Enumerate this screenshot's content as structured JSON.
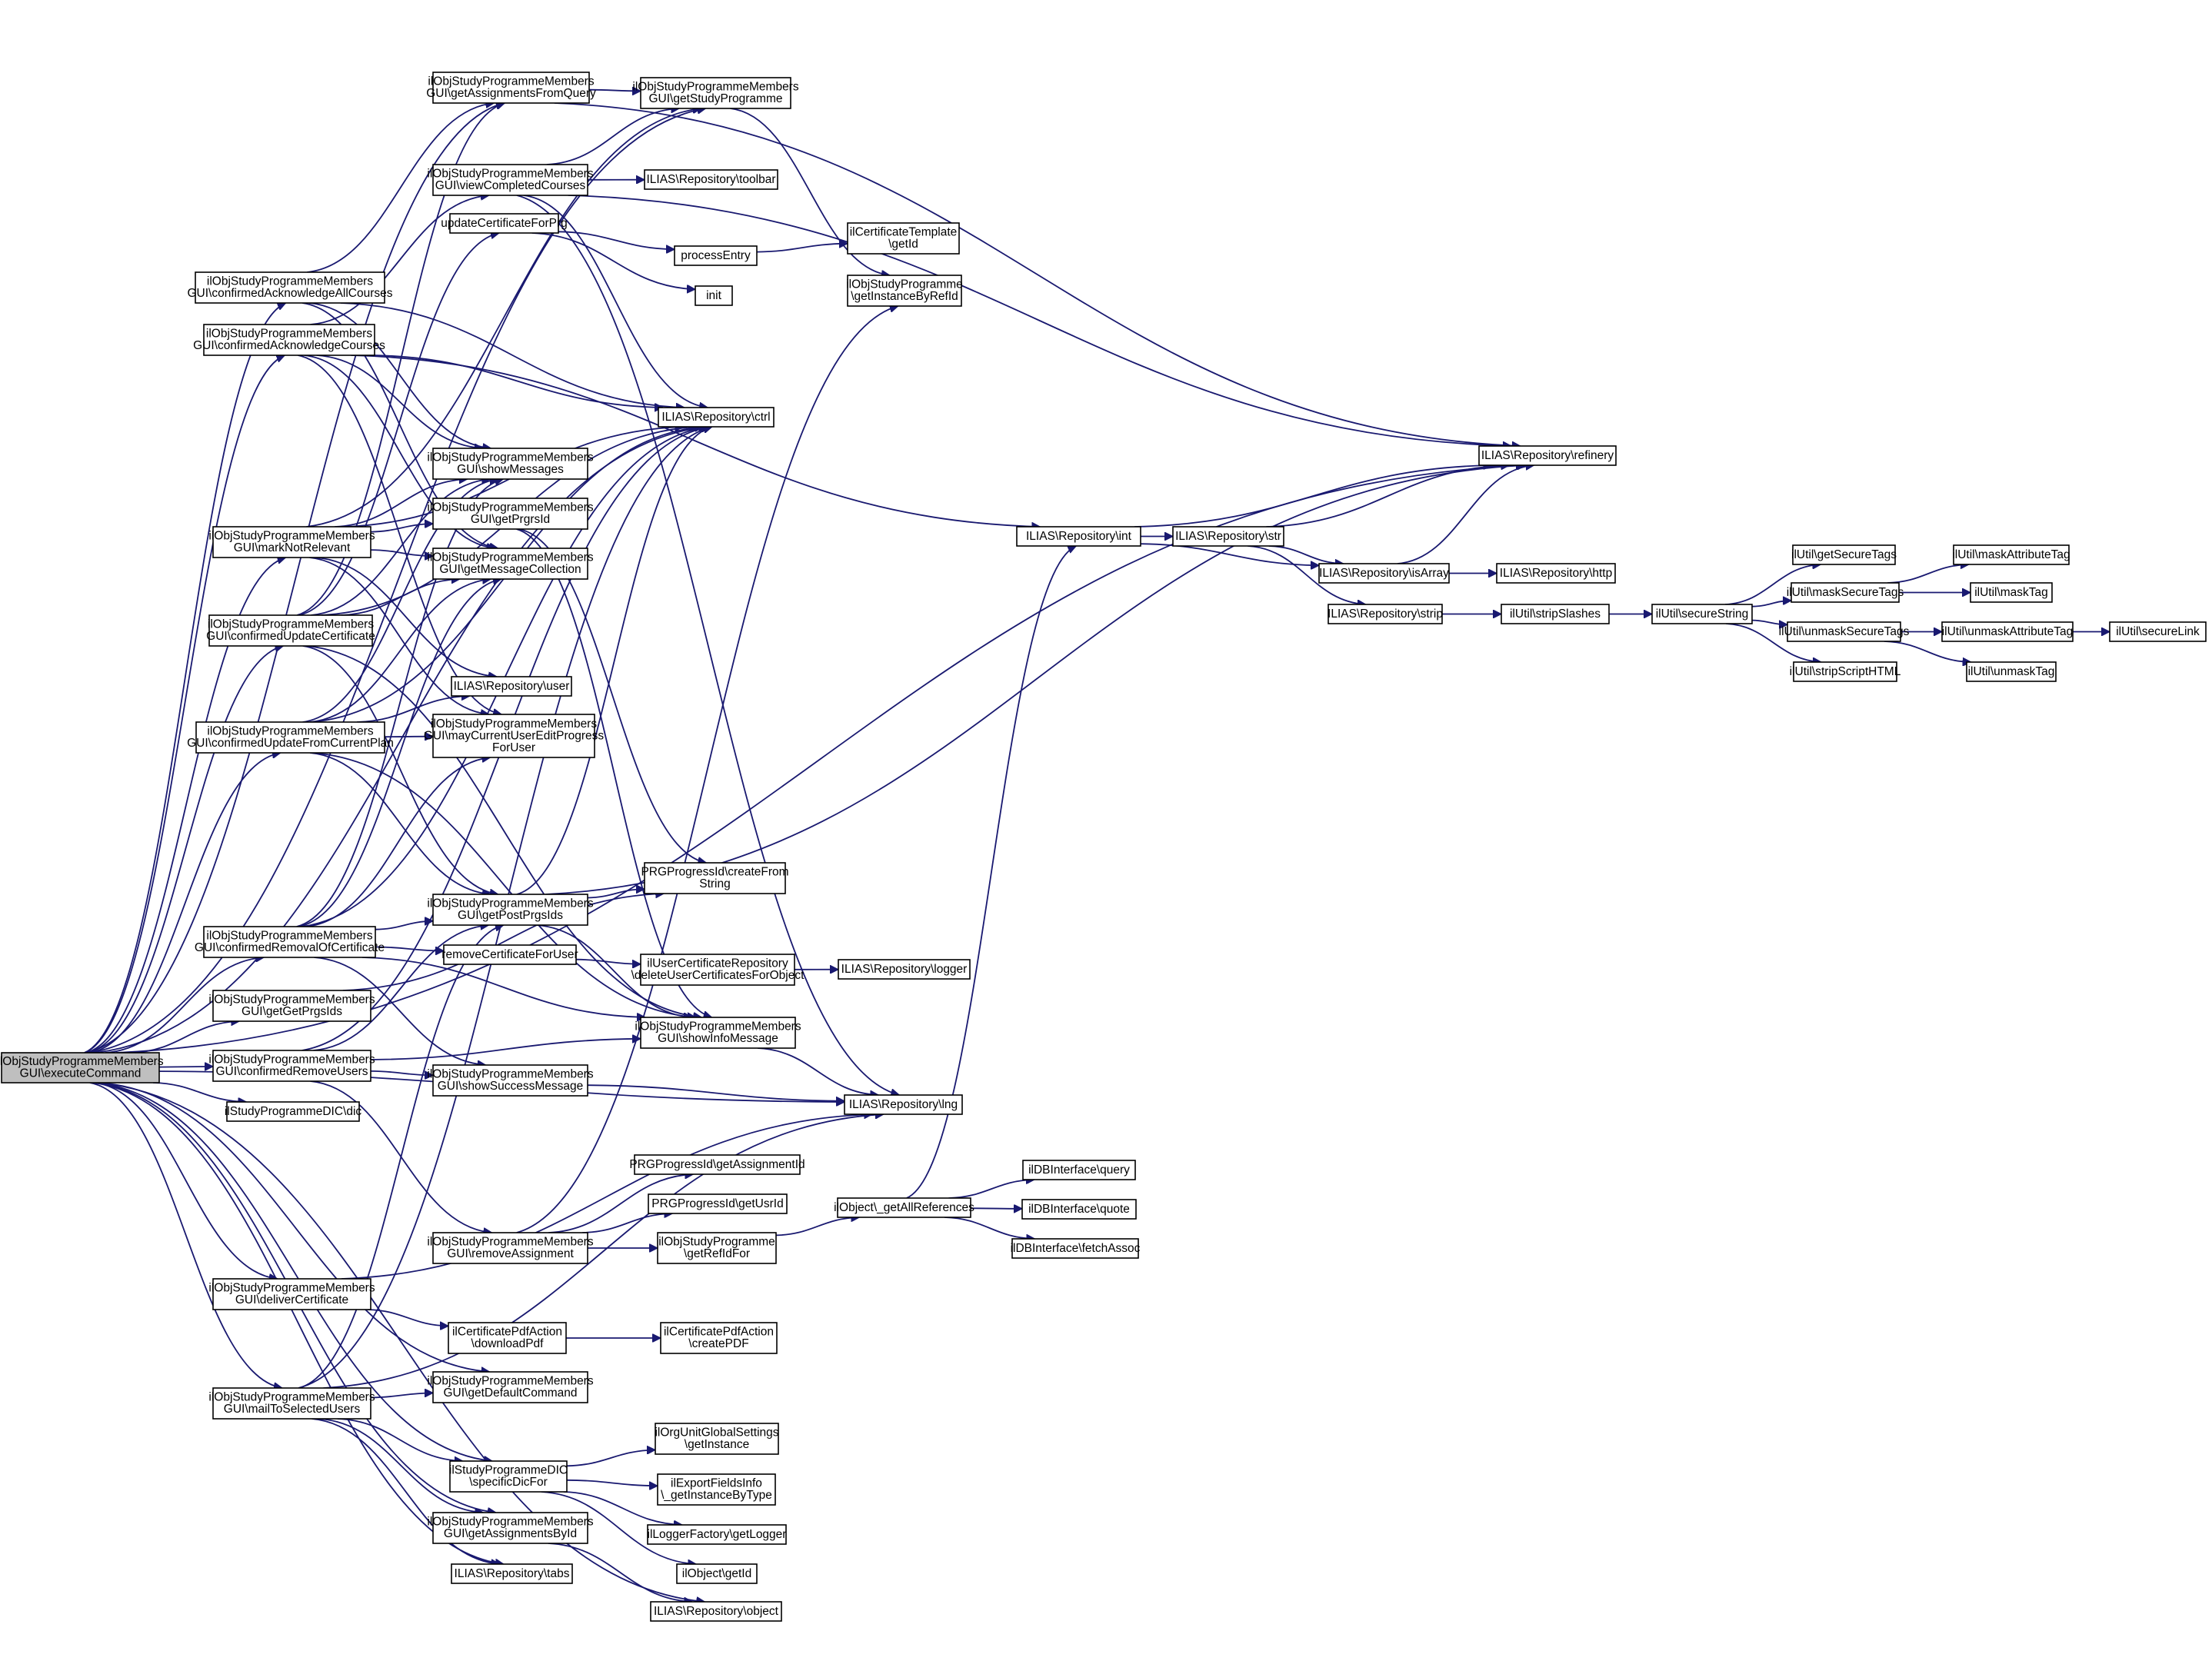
{
  "colors": {
    "edge": "#191970",
    "node_border": "#000000",
    "root_fill": "#bfbfbf",
    "node_fill": "#ffffff"
  },
  "nodes": [
    {
      "id": "root",
      "lines": [
        "ilObjStudyProgrammeMembers",
        "GUI\\executeCommand"
      ]
    },
    {
      "id": "getAssignmentsFromQuery",
      "lines": [
        "ilObjStudyProgrammeMembers",
        "GUI\\getAssignmentsFromQuery"
      ]
    },
    {
      "id": "getStudyProgramme",
      "lines": [
        "ilObjStudyProgrammeMembers",
        "GUI\\getStudyProgramme"
      ]
    },
    {
      "id": "viewCompletedCourses",
      "lines": [
        "ilObjStudyProgrammeMembers",
        "GUI\\viewCompletedCourses"
      ]
    },
    {
      "id": "toolbar",
      "lines": [
        "ILIAS\\Repository\\toolbar"
      ]
    },
    {
      "id": "updateCertificateForPrg",
      "lines": [
        "updateCertificateForPrg"
      ]
    },
    {
      "id": "processEntry",
      "lines": [
        "processEntry"
      ]
    },
    {
      "id": "init",
      "lines": [
        "init"
      ]
    },
    {
      "id": "certTemplateGetId",
      "lines": [
        "ilCertificateTemplate",
        "\\getId"
      ]
    },
    {
      "id": "getInstanceByRefId",
      "lines": [
        "ilObjStudyProgramme",
        "\\getInstanceByRefId"
      ]
    },
    {
      "id": "confirmedAcknowledgeAllCourses",
      "lines": [
        "ilObjStudyProgrammeMembers",
        "GUI\\confirmedAcknowledgeAllCourses"
      ]
    },
    {
      "id": "confirmedAcknowledgeCourses",
      "lines": [
        "ilObjStudyProgrammeMembers",
        "GUI\\confirmedAcknowledgeCourses"
      ]
    },
    {
      "id": "ctrl",
      "lines": [
        "ILIAS\\Repository\\ctrl"
      ]
    },
    {
      "id": "refinery",
      "lines": [
        "ILIAS\\Repository\\refinery"
      ]
    },
    {
      "id": "showMessages",
      "lines": [
        "ilObjStudyProgrammeMembers",
        "GUI\\showMessages"
      ]
    },
    {
      "id": "getPrgrsId",
      "lines": [
        "ilObjStudyProgrammeMembers",
        "GUI\\getPrgrsId"
      ]
    },
    {
      "id": "markNotRelevant",
      "lines": [
        "ilObjStudyProgrammeMembers",
        "GUI\\markNotRelevant"
      ]
    },
    {
      "id": "getMessageCollection",
      "lines": [
        "ilObjStudyProgrammeMembers",
        "GUI\\getMessageCollection"
      ]
    },
    {
      "id": "int",
      "lines": [
        "ILIAS\\Repository\\int"
      ]
    },
    {
      "id": "str",
      "lines": [
        "ILIAS\\Repository\\str"
      ]
    },
    {
      "id": "isArray",
      "lines": [
        "ILIAS\\Repository\\isArray"
      ]
    },
    {
      "id": "http",
      "lines": [
        "ILIAS\\Repository\\http"
      ]
    },
    {
      "id": "strip",
      "lines": [
        "ILIAS\\Repository\\strip"
      ]
    },
    {
      "id": "stripSlashes",
      "lines": [
        "ilUtil\\stripSlashes"
      ]
    },
    {
      "id": "secureString",
      "lines": [
        "ilUtil\\secureString"
      ]
    },
    {
      "id": "getSecureTags",
      "lines": [
        "ilUtil\\getSecureTags"
      ]
    },
    {
      "id": "maskSecureTags",
      "lines": [
        "ilUtil\\maskSecureTags"
      ]
    },
    {
      "id": "unmaskSecureTags",
      "lines": [
        "ilUtil\\unmaskSecureTags"
      ]
    },
    {
      "id": "stripScriptHTML",
      "lines": [
        "ilUtil\\stripScriptHTML"
      ]
    },
    {
      "id": "maskAttributeTag",
      "lines": [
        "ilUtil\\maskAttributeTag"
      ]
    },
    {
      "id": "maskTag",
      "lines": [
        "ilUtil\\maskTag"
      ]
    },
    {
      "id": "unmaskAttributeTag",
      "lines": [
        "ilUtil\\unmaskAttributeTag"
      ]
    },
    {
      "id": "unmaskTag",
      "lines": [
        "ilUtil\\unmaskTag"
      ]
    },
    {
      "id": "secureLink",
      "lines": [
        "ilUtil\\secureLink"
      ]
    },
    {
      "id": "confirmedUpdateCertificate",
      "lines": [
        "ilObjStudyProgrammeMembers",
        "GUI\\confirmedUpdateCertificate"
      ]
    },
    {
      "id": "user",
      "lines": [
        "ILIAS\\Repository\\user"
      ]
    },
    {
      "id": "confirmedUpdateFromCurrentPlan",
      "lines": [
        "ilObjStudyProgrammeMembers",
        "GUI\\confirmedUpdateFromCurrentPlan"
      ]
    },
    {
      "id": "mayCurrentUserEditProgress",
      "lines": [
        "ilObjStudyProgrammeMembers",
        "GUI\\mayCurrentUserEditProgress",
        "ForUser"
      ]
    },
    {
      "id": "getPostPrgsIds",
      "lines": [
        "ilObjStudyProgrammeMembers",
        "GUI\\getPostPrgsIds"
      ]
    },
    {
      "id": "createFromString",
      "lines": [
        "PRGProgressId\\createFrom",
        "String"
      ]
    },
    {
      "id": "confirmedRemovalOfCertificate",
      "lines": [
        "ilObjStudyProgrammeMembers",
        "GUI\\confirmedRemovalOfCertificate"
      ]
    },
    {
      "id": "removeCertificateForUser",
      "lines": [
        "removeCertificateForUser"
      ]
    },
    {
      "id": "deleteUserCertificatesForObject",
      "lines": [
        "ilUserCertificateRepository",
        "\\deleteUserCertificatesForObject"
      ]
    },
    {
      "id": "logger",
      "lines": [
        "ILIAS\\Repository\\logger"
      ]
    },
    {
      "id": "getGetPrgsIds",
      "lines": [
        "ilObjStudyProgrammeMembers",
        "GUI\\getGetPrgsIds"
      ]
    },
    {
      "id": "showInfoMessage",
      "lines": [
        "ilObjStudyProgrammeMembers",
        "GUI\\showInfoMessage"
      ]
    },
    {
      "id": "confirmedRemoveUsers",
      "lines": [
        "ilObjStudyProgrammeMembers",
        "GUI\\confirmedRemoveUsers"
      ]
    },
    {
      "id": "showSuccessMessage",
      "lines": [
        "ilObjStudyProgrammeMembers",
        "GUI\\showSuccessMessage"
      ]
    },
    {
      "id": "dic",
      "lines": [
        "ilStudyProgrammeDIC\\dic"
      ]
    },
    {
      "id": "lng",
      "lines": [
        "ILIAS\\Repository\\lng"
      ]
    },
    {
      "id": "getAssignmentId",
      "lines": [
        "PRGProgressId\\getAssignmentId"
      ]
    },
    {
      "id": "getUsrId",
      "lines": [
        "PRGProgressId\\getUsrId"
      ]
    },
    {
      "id": "removeAssignment",
      "lines": [
        "ilObjStudyProgrammeMembers",
        "GUI\\removeAssignment"
      ]
    },
    {
      "id": "getRefIdFor",
      "lines": [
        "ilObjStudyProgramme",
        "\\getRefIdFor"
      ]
    },
    {
      "id": "getAllReferences",
      "lines": [
        "ilObject\\_getAllReferences"
      ]
    },
    {
      "id": "dbQuery",
      "lines": [
        "ilDBInterface\\query"
      ]
    },
    {
      "id": "dbQuote",
      "lines": [
        "ilDBInterface\\quote"
      ]
    },
    {
      "id": "dbFetchAssoc",
      "lines": [
        "ilDBInterface\\fetchAssoc"
      ]
    },
    {
      "id": "deliverCertificate",
      "lines": [
        "ilObjStudyProgrammeMembers",
        "GUI\\deliverCertificate"
      ]
    },
    {
      "id": "downloadPdf",
      "lines": [
        "ilCertificatePdfAction",
        "\\downloadPdf"
      ]
    },
    {
      "id": "createPDF",
      "lines": [
        "ilCertificatePdfAction",
        "\\createPDF"
      ]
    },
    {
      "id": "mailToSelectedUsers",
      "lines": [
        "ilObjStudyProgrammeMembers",
        "GUI\\mailToSelectedUsers"
      ]
    },
    {
      "id": "getDefaultCommand",
      "lines": [
        "ilObjStudyProgrammeMembers",
        "GUI\\getDefaultCommand"
      ]
    },
    {
      "id": "specificDicFor",
      "lines": [
        "ilStudyProgrammeDIC",
        "\\specificDicFor"
      ]
    },
    {
      "id": "orgUnitGetInstance",
      "lines": [
        "ilOrgUnitGlobalSettings",
        "\\getInstance"
      ]
    },
    {
      "id": "exportFieldsInfo",
      "lines": [
        "ilExportFieldsInfo",
        "\\_getInstanceByType"
      ]
    },
    {
      "id": "getLogger",
      "lines": [
        "ilLoggerFactory\\getLogger"
      ]
    },
    {
      "id": "objectGetId",
      "lines": [
        "ilObject\\getId"
      ]
    },
    {
      "id": "getAssignmentsById",
      "lines": [
        "ilObjStudyProgrammeMembers",
        "GUI\\getAssignmentsById"
      ]
    },
    {
      "id": "tabs",
      "lines": [
        "ILIAS\\Repository\\tabs"
      ]
    },
    {
      "id": "object",
      "lines": [
        "ILIAS\\Repository\\object"
      ]
    }
  ],
  "edges": [
    [
      "root",
      "getAssignmentsFromQuery"
    ],
    [
      "root",
      "getStudyProgramme"
    ],
    [
      "root",
      "refinery"
    ],
    [
      "root",
      "confirmedAcknowledgeAllCourses"
    ],
    [
      "root",
      "confirmedAcknowledgeCourses"
    ],
    [
      "root",
      "ctrl"
    ],
    [
      "root",
      "markNotRelevant"
    ],
    [
      "root",
      "confirmedUpdateCertificate"
    ],
    [
      "root",
      "confirmedUpdateFromCurrentPlan"
    ],
    [
      "root",
      "confirmedRemovalOfCertificate"
    ],
    [
      "root",
      "getGetPrgsIds"
    ],
    [
      "root",
      "confirmedRemoveUsers"
    ],
    [
      "root",
      "dic"
    ],
    [
      "root",
      "lng"
    ],
    [
      "root",
      "deliverCertificate"
    ],
    [
      "root",
      "mailToSelectedUsers"
    ],
    [
      "root",
      "getDefaultCommand"
    ],
    [
      "root",
      "specificDicFor"
    ],
    [
      "root",
      "getAssignmentsById"
    ],
    [
      "root",
      "tabs"
    ],
    [
      "root",
      "object"
    ],
    [
      "getAssignmentsFromQuery",
      "getStudyProgramme"
    ],
    [
      "getAssignmentsFromQuery",
      "refinery"
    ],
    [
      "getStudyProgramme",
      "getInstanceByRefId"
    ],
    [
      "viewCompletedCourses",
      "getStudyProgramme"
    ],
    [
      "viewCompletedCourses",
      "toolbar"
    ],
    [
      "viewCompletedCourses",
      "refinery"
    ],
    [
      "viewCompletedCourses",
      "ctrl"
    ],
    [
      "viewCompletedCourses",
      "lng"
    ],
    [
      "updateCertificateForPrg",
      "processEntry"
    ],
    [
      "updateCertificateForPrg",
      "init"
    ],
    [
      "processEntry",
      "certTemplateGetId"
    ],
    [
      "confirmedAcknowledgeAllCourses",
      "getAssignmentsFromQuery"
    ],
    [
      "confirmedAcknowledgeAllCourses",
      "ctrl"
    ],
    [
      "confirmedAcknowledgeAllCourses",
      "showMessages"
    ],
    [
      "confirmedAcknowledgeAllCourses",
      "getMessageCollection"
    ],
    [
      "confirmedAcknowledgeCourses",
      "viewCompletedCourses"
    ],
    [
      "confirmedAcknowledgeCourses",
      "int"
    ],
    [
      "confirmedAcknowledgeCourses",
      "showMessages"
    ],
    [
      "confirmedAcknowledgeCourses",
      "getMessageCollection"
    ],
    [
      "confirmedAcknowledgeCourses",
      "ctrl"
    ],
    [
      "confirmedAcknowledgeCourses",
      "mayCurrentUserEditProgress"
    ],
    [
      "markNotRelevant",
      "getStudyProgramme"
    ],
    [
      "markNotRelevant",
      "showMessages"
    ],
    [
      "markNotRelevant",
      "getPrgrsId"
    ],
    [
      "markNotRelevant",
      "getMessageCollection"
    ],
    [
      "markNotRelevant",
      "user"
    ],
    [
      "markNotRelevant",
      "mayCurrentUserEditProgress"
    ],
    [
      "markNotRelevant",
      "ctrl"
    ],
    [
      "getPrgrsId",
      "createFromString"
    ],
    [
      "getPrgrsId",
      "showInfoMessage"
    ],
    [
      "confirmedUpdateCertificate",
      "updateCertificateForPrg"
    ],
    [
      "confirmedUpdateCertificate",
      "getAssignmentsFromQuery"
    ],
    [
      "confirmedUpdateCertificate",
      "showMessages"
    ],
    [
      "confirmedUpdateCertificate",
      "getMessageCollection"
    ],
    [
      "confirmedUpdateCertificate",
      "ctrl"
    ],
    [
      "confirmedUpdateCertificate",
      "getPostPrgsIds"
    ],
    [
      "confirmedUpdateCertificate",
      "showInfoMessage"
    ],
    [
      "confirmedUpdateFromCurrentPlan",
      "user"
    ],
    [
      "confirmedUpdateFromCurrentPlan",
      "mayCurrentUserEditProgress"
    ],
    [
      "confirmedUpdateFromCurrentPlan",
      "getMessageCollection"
    ],
    [
      "confirmedUpdateFromCurrentPlan",
      "showMessages"
    ],
    [
      "confirmedUpdateFromCurrentPlan",
      "getPostPrgsIds"
    ],
    [
      "confirmedUpdateFromCurrentPlan",
      "ctrl"
    ],
    [
      "confirmedUpdateFromCurrentPlan",
      "showInfoMessage"
    ],
    [
      "getPostPrgsIds",
      "createFromString"
    ],
    [
      "getPostPrgsIds",
      "ctrl"
    ],
    [
      "getPostPrgsIds",
      "showInfoMessage"
    ],
    [
      "getPostPrgsIds",
      "refinery"
    ],
    [
      "confirmedRemovalOfCertificate",
      "getPostPrgsIds"
    ],
    [
      "confirmedRemovalOfCertificate",
      "removeCertificateForUser"
    ],
    [
      "confirmedRemovalOfCertificate",
      "showMessages"
    ],
    [
      "confirmedRemovalOfCertificate",
      "getMessageCollection"
    ],
    [
      "confirmedRemovalOfCertificate",
      "mayCurrentUserEditProgress"
    ],
    [
      "confirmedRemovalOfCertificate",
      "ctrl"
    ],
    [
      "confirmedRemovalOfCertificate",
      "showInfoMessage"
    ],
    [
      "confirmedRemovalOfCertificate",
      "showSuccessMessage"
    ],
    [
      "removeCertificateForUser",
      "deleteUserCertificatesForObject"
    ],
    [
      "deleteUserCertificatesForObject",
      "logger"
    ],
    [
      "getGetPrgsIds",
      "createFromString"
    ],
    [
      "showInfoMessage",
      "lng"
    ],
    [
      "confirmedRemoveUsers",
      "getPostPrgsIds"
    ],
    [
      "confirmedRemoveUsers",
      "showSuccessMessage"
    ],
    [
      "confirmedRemoveUsers",
      "showInfoMessage"
    ],
    [
      "confirmedRemoveUsers",
      "removeAssignment"
    ],
    [
      "confirmedRemoveUsers",
      "ctrl"
    ],
    [
      "showSuccessMessage",
      "lng"
    ],
    [
      "removeAssignment",
      "getAssignmentId"
    ],
    [
      "removeAssignment",
      "getUsrId"
    ],
    [
      "removeAssignment",
      "getRefIdFor"
    ],
    [
      "removeAssignment",
      "getInstanceByRefId"
    ],
    [
      "getRefIdFor",
      "getAllReferences"
    ],
    [
      "getAllReferences",
      "dbQuery"
    ],
    [
      "getAllReferences",
      "dbQuote"
    ],
    [
      "getAllReferences",
      "dbFetchAssoc"
    ],
    [
      "getAllReferences",
      "int"
    ],
    [
      "deliverCertificate",
      "downloadPdf"
    ],
    [
      "deliverCertificate",
      "lng"
    ],
    [
      "downloadPdf",
      "createPDF"
    ],
    [
      "mailToSelectedUsers",
      "getDefaultCommand"
    ],
    [
      "mailToSelectedUsers",
      "specificDicFor"
    ],
    [
      "mailToSelectedUsers",
      "getAssignmentsById"
    ],
    [
      "mailToSelectedUsers",
      "tabs"
    ],
    [
      "mailToSelectedUsers",
      "getPostPrgsIds"
    ],
    [
      "mailToSelectedUsers",
      "ctrl"
    ],
    [
      "mailToSelectedUsers",
      "lng"
    ],
    [
      "specificDicFor",
      "orgUnitGetInstance"
    ],
    [
      "specificDicFor",
      "exportFieldsInfo"
    ],
    [
      "specificDicFor",
      "getLogger"
    ],
    [
      "specificDicFor",
      "objectGetId"
    ],
    [
      "getAssignmentsById",
      "object"
    ],
    [
      "int",
      "refinery"
    ],
    [
      "int",
      "str"
    ],
    [
      "int",
      "isArray"
    ],
    [
      "str",
      "refinery"
    ],
    [
      "str",
      "isArray"
    ],
    [
      "str",
      "strip"
    ],
    [
      "isArray",
      "refinery"
    ],
    [
      "isArray",
      "http"
    ],
    [
      "strip",
      "stripSlashes"
    ],
    [
      "stripSlashes",
      "secureString"
    ],
    [
      "secureString",
      "getSecureTags"
    ],
    [
      "secureString",
      "maskSecureTags"
    ],
    [
      "secureString",
      "unmaskSecureTags"
    ],
    [
      "secureString",
      "stripScriptHTML"
    ],
    [
      "maskSecureTags",
      "maskAttributeTag"
    ],
    [
      "maskSecureTags",
      "maskTag"
    ],
    [
      "unmaskSecureTags",
      "unmaskAttributeTag"
    ],
    [
      "unmaskSecureTags",
      "unmaskTag"
    ],
    [
      "unmaskAttributeTag",
      "secureLink"
    ]
  ]
}
